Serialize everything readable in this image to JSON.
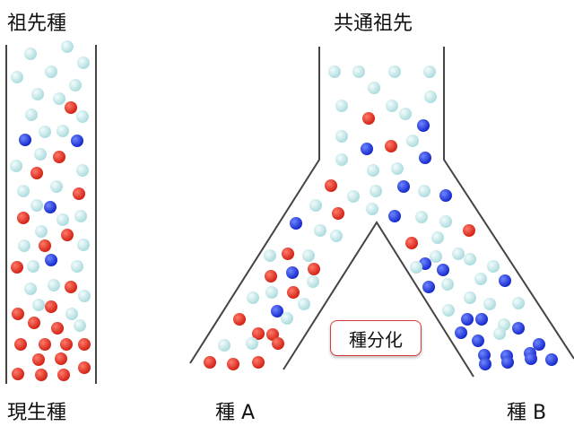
{
  "labels": {
    "ancestral_species": "祖先種",
    "common_ancestor": "共通祖先",
    "extant_species": "現生種",
    "species_a": "種 A",
    "species_b": "種 B",
    "speciation": "種分化"
  },
  "colors": {
    "wall": "#444444",
    "light": "#c9ecee",
    "red": "#e8281c",
    "blue": "#1a31e6",
    "speciation_border": "#d63a3a"
  },
  "legend_note": {
    "light": "light-cyan-particle",
    "red": "red-particle",
    "blue": "blue-particle"
  }
}
